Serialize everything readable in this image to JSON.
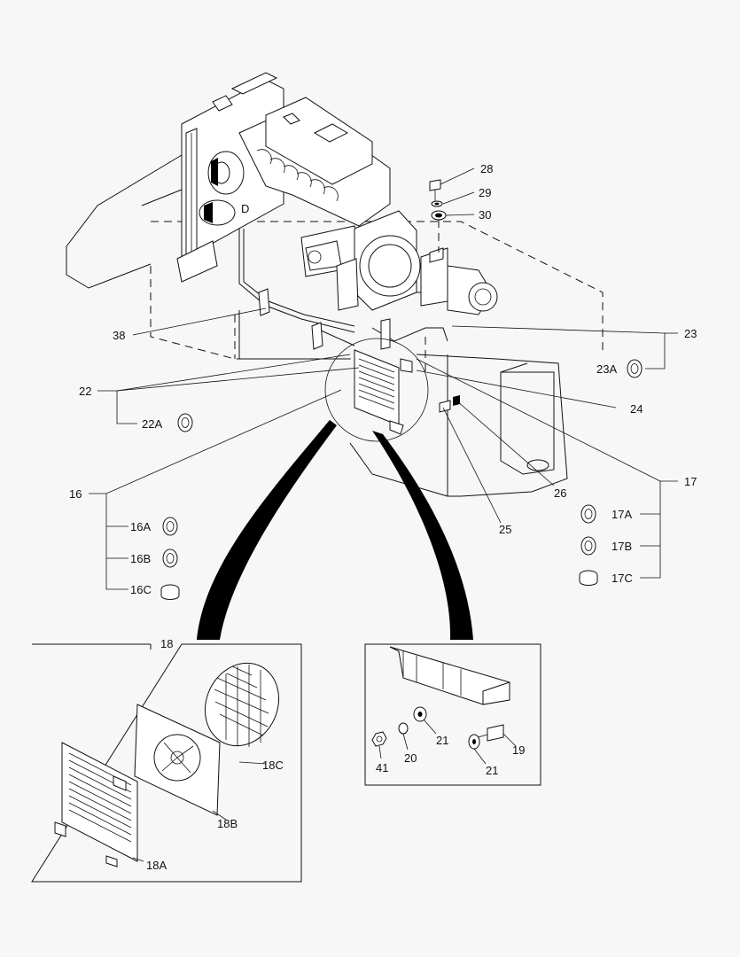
{
  "callouts": {
    "c16": "16",
    "c16A": "16A",
    "c16B": "16B",
    "c16C": "16C",
    "c17": "17",
    "c17A": "17A",
    "c17B": "17B",
    "c17C": "17C",
    "c18": "18",
    "c18A": "18A",
    "c18B": "18B",
    "c18C": "18C",
    "c19": "19",
    "c20": "20",
    "c21a": "21",
    "c21b": "21",
    "c22": "22",
    "c22A": "22A",
    "c23": "23",
    "c23A": "23A",
    "c24": "24",
    "c25": "25",
    "c26": "26",
    "c28": "28",
    "c29": "29",
    "c30": "30",
    "c38": "38",
    "c41": "41",
    "cD": "D"
  }
}
